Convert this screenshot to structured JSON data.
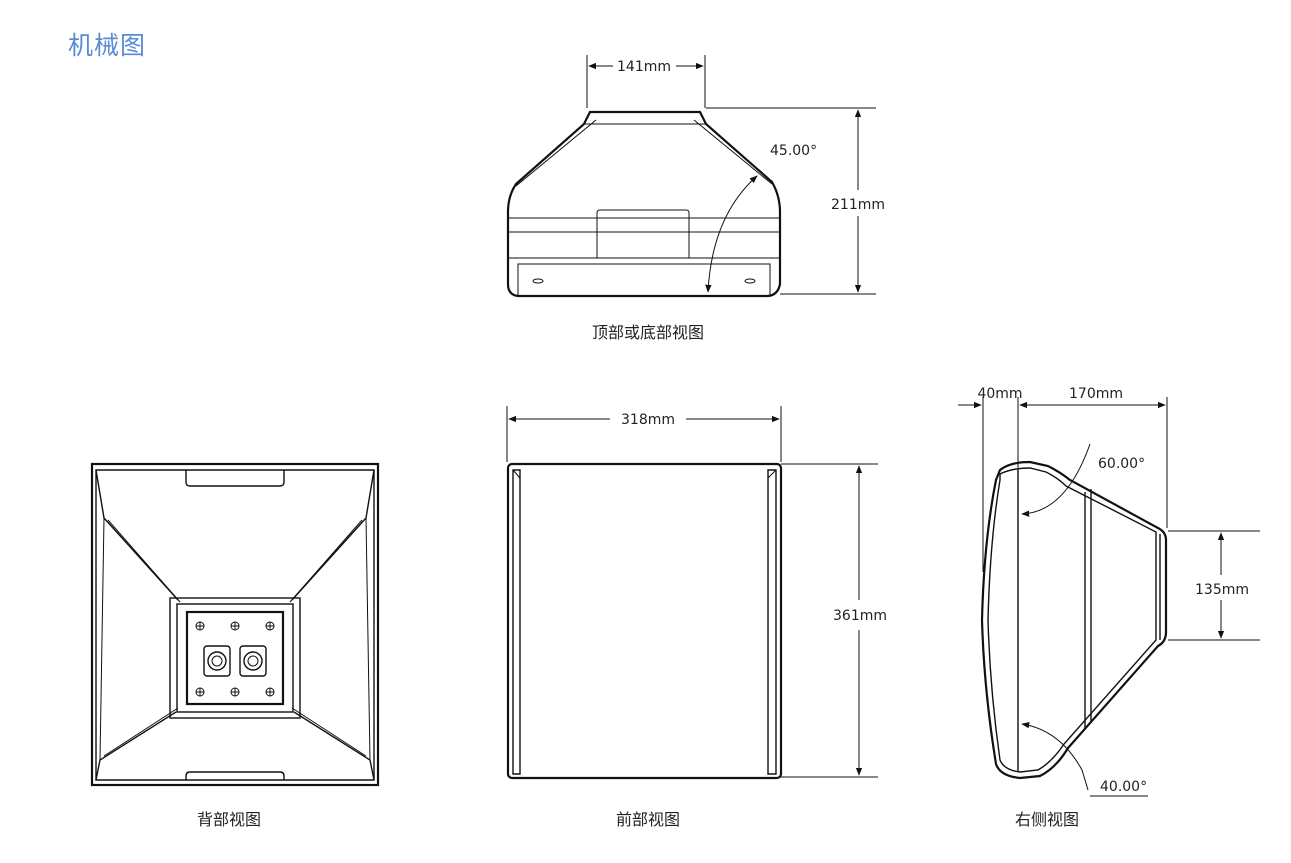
{
  "title": "机械图",
  "views": {
    "top": {
      "caption": "顶部或底部视图",
      "width": "141mm",
      "height": "211mm",
      "angle": "45.00°"
    },
    "back": {
      "caption": "背部视图"
    },
    "front": {
      "caption": "前部视图",
      "width": "318mm",
      "height": "361mm"
    },
    "side": {
      "caption": "右侧视图",
      "depth_front": "40mm",
      "depth_back": "170mm",
      "back_height": "135mm",
      "angle_top": "60.00°",
      "angle_bottom": "40.00°"
    }
  }
}
